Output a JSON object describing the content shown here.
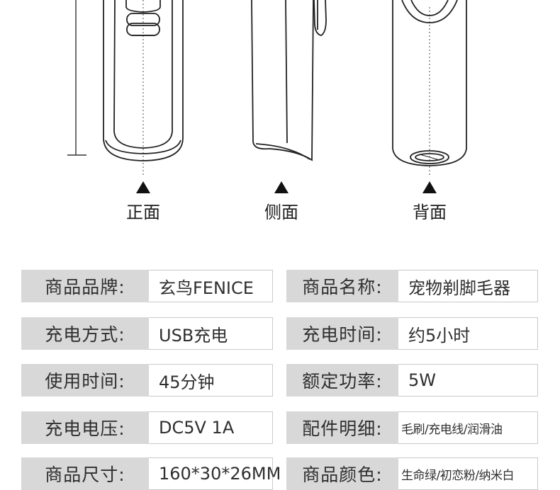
{
  "views": [
    {
      "label": "正面",
      "name": "front"
    },
    {
      "label": "侧面",
      "name": "side"
    },
    {
      "label": "背面",
      "name": "back"
    }
  ],
  "specs": [
    {
      "label_1": "商品品牌:",
      "value_1": "玄鸟FENICE",
      "label_2": "商品名称:",
      "value_2": "宠物剃脚毛器"
    },
    {
      "label_1": "充电方式:",
      "value_1": "USB充电",
      "label_2": "充电时间:",
      "value_2": "约5小时"
    },
    {
      "label_1": "使用时间:",
      "value_1": "45分钟",
      "label_2": "额定功率:",
      "value_2": "5W"
    },
    {
      "label_1": "充电电压:",
      "value_1": "DC5V 1A",
      "label_2": "配件明细:",
      "value_2": "毛刷/充电线/润滑油"
    },
    {
      "label_1": "商品尺寸:",
      "value_1": "160*30*26MM",
      "label_2": "商品颜色:",
      "value_2": "生命绿/初恋粉/纳米白"
    }
  ],
  "colors": {
    "label_bg": "#d8d8d8",
    "border": "#c9c9c9",
    "text": "#2f2f2f"
  }
}
